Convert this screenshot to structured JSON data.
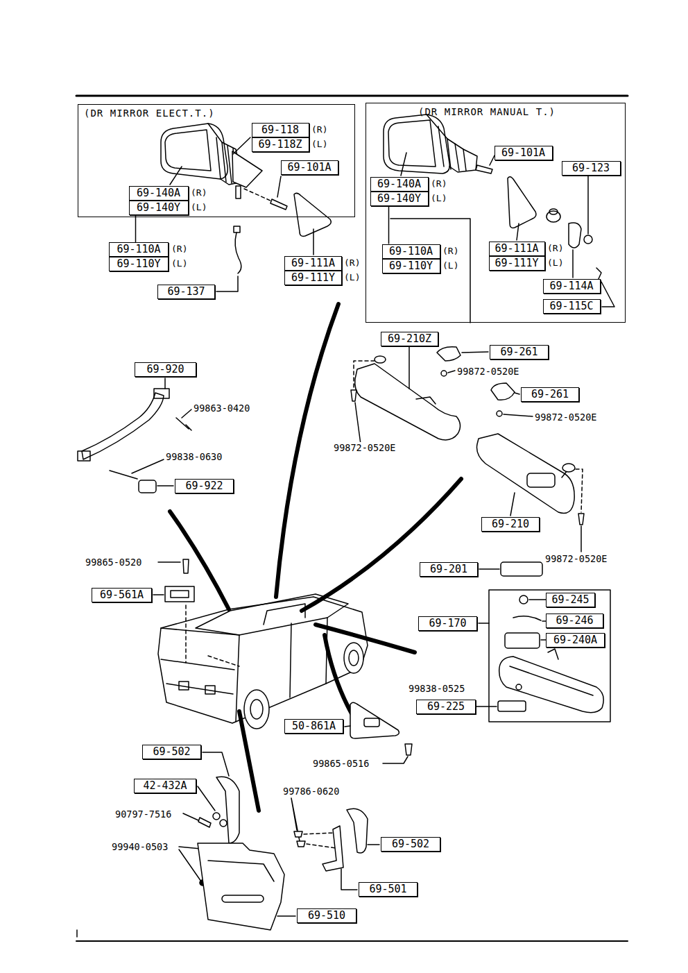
{
  "diagram": {
    "nodes": [
      {
        "text": [
          "(DR MIRROR ELECT.T.)"
        ]
      },
      {
        "text": [
          "69-118"
        ],
        "in": 0
      },
      {
        "text": [
          "69-118Z"
        ],
        "in": 0
      },
      {
        "text": [
          "69-140A"
        ],
        "in": 0
      },
      {
        "text": [
          "69-140Y"
        ],
        "in": 0
      },
      {
        "text": [
          "69-101A"
        ],
        "in": 0
      },
      {
        "text": [
          "69-110A"
        ]
      },
      {
        "text": [
          "69-110Y"
        ]
      },
      {
        "text": [
          "69-137"
        ]
      },
      {
        "text": [
          "69-111A"
        ]
      },
      {
        "text": [
          "69-111Y"
        ]
      },
      {
        "text": [
          "(DR MIRROR MANUAL T.)"
        ]
      },
      {
        "text": [
          "69-101A"
        ],
        "in": 11
      },
      {
        "text": [
          "69-123"
        ],
        "in": 11
      },
      {
        "text": [
          "69-140A"
        ],
        "in": 11
      },
      {
        "text": [
          "69-140Y"
        ],
        "in": 11
      },
      {
        "text": [
          "69-110A"
        ],
        "in": 11
      },
      {
        "text": [
          "69-110Y"
        ],
        "in": 11
      },
      {
        "text": [
          "69-111A"
        ],
        "in": 11
      },
      {
        "text": [
          "69-111Y"
        ],
        "in": 11
      },
      {
        "text": [
          "69-114A"
        ],
        "in": 11
      },
      {
        "text": [
          "69-115C"
        ],
        "in": 11
      },
      {
        "text": [
          "69-210Z"
        ]
      },
      {
        "text": [
          "69-261"
        ]
      },
      {
        "text": [
          "69-261"
        ]
      },
      {
        "text": [
          "69-210"
        ]
      },
      {
        "text": [
          "69-920"
        ]
      },
      {
        "text": [
          "69-922"
        ]
      },
      {
        "text": [
          "69-561A"
        ]
      },
      {
        "text": [
          "69-201"
        ]
      },
      {
        "text": [
          "69-245"
        ]
      },
      {
        "text": [
          "69-246"
        ]
      },
      {
        "text": [
          "69-240A"
        ]
      },
      {
        "text": [
          "69-170"
        ]
      },
      {
        "text": [
          "69-225"
        ]
      },
      {
        "text": [
          "50-861A"
        ]
      },
      {
        "text": [
          "69-502"
        ]
      },
      {
        "text": [
          "42-432A"
        ]
      },
      {
        "text": [
          "69-502"
        ]
      },
      {
        "text": [
          "69-501"
        ]
      },
      {
        "text": [
          "69-510"
        ]
      }
    ],
    "edges": [
      {
        "from": 4,
        "to": 6,
        "arrow": "none"
      },
      {
        "from": 15,
        "to": 16,
        "arrow": "none"
      }
    ],
    "labels": [
      "(R)",
      "(L)",
      "(R)",
      "(L)",
      "(R)",
      "(L)",
      "(R)",
      "(L)",
      "(R)",
      "(L)",
      "(R)",
      "(L)",
      "(R)",
      "(L)",
      "99863-0420",
      "99838-0630",
      "99872-0520E",
      "99872-0520E",
      "99872-0520E",
      "99872-0520E",
      "99865-0520",
      "99838-0525",
      "99865-0516",
      "99786-0620",
      "90797-7516",
      "99940-0503"
    ]
  }
}
